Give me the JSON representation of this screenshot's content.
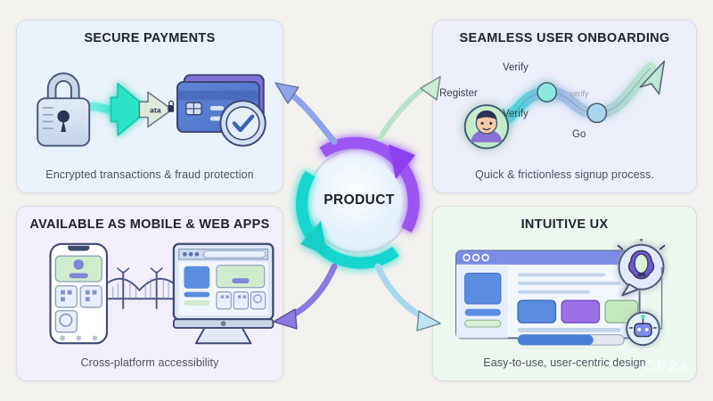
{
  "page": {
    "background_color": "#f2f1ed",
    "center": {
      "label": "PRODUCT",
      "arrow_colors": [
        "#8b3ff0",
        "#17d7cf"
      ]
    },
    "watermark": "CP24"
  },
  "connectors": [
    {
      "name": "arrow-to-secure-payments",
      "direction": "up-left",
      "color": "#8ea3e8"
    },
    {
      "name": "arrow-to-user-onboarding",
      "direction": "up-right",
      "color": "#b8e3c8"
    },
    {
      "name": "arrow-to-mobile-web-apps",
      "direction": "down-left",
      "color": "#8b7ae0"
    },
    {
      "name": "arrow-to-intuitive-ux",
      "direction": "down-right",
      "color": "#a8d8ec"
    }
  ],
  "cards": [
    {
      "id": "secure-payments",
      "title": "SECURE PAYMENTS",
      "caption": "Encrypted transactions & fraud protection",
      "background_color": "#e9f1fa",
      "art": "padlock-arrow-creditcard",
      "art_labels": [
        "ata"
      ]
    },
    {
      "id": "user-onboarding",
      "title": "SEAMLESS USER ONBOARDING",
      "caption": "Quick & frictionless signup process.",
      "background_color": "#eceefa",
      "art": "user-journey-curve",
      "art_labels": [
        "Register",
        "Verify",
        "Verify",
        "verify",
        "Go"
      ]
    },
    {
      "id": "mobile-web-apps",
      "title": "AVAILABLE AS MOBILE & WEB APPS",
      "caption": "Cross-platform accessibility",
      "background_color": "#f2eefa",
      "art": "phone-bridge-desktop",
      "art_labels": []
    },
    {
      "id": "intuitive-ux",
      "title": "INTUITIVE UX",
      "caption": "Easy-to-use, user-centric design",
      "background_color": "#ecf8ef",
      "art": "browser-window-brain-bot",
      "art_labels": []
    }
  ]
}
